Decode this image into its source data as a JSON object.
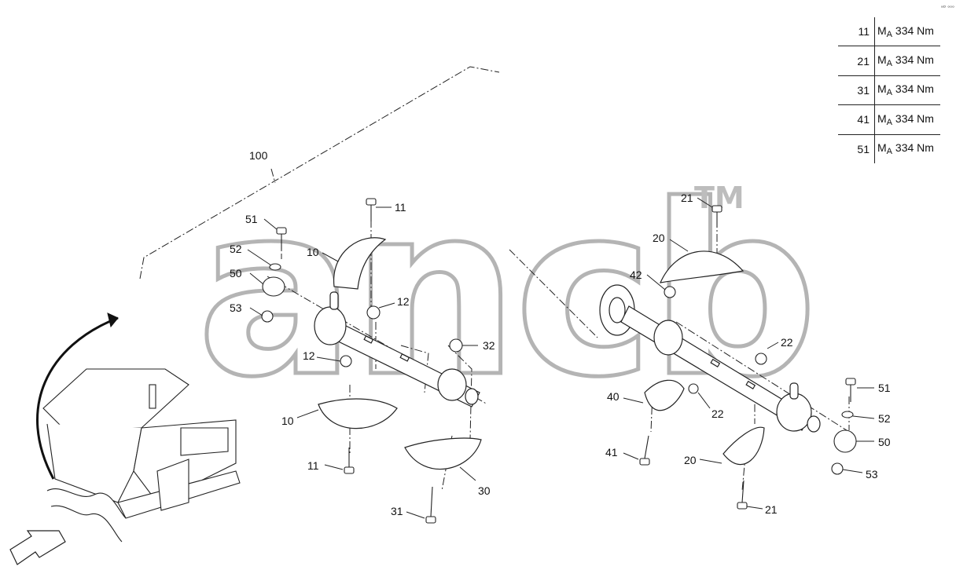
{
  "corner_mark": "ᵃᴰ ᵒᵒᵒ",
  "watermark": {
    "text": "ancb",
    "tm": "TM"
  },
  "torque_table": {
    "rows": [
      {
        "item": "11",
        "sym": "M",
        "sub": "A",
        "value": "334 Nm"
      },
      {
        "item": "21",
        "sym": "M",
        "sub": "A",
        "value": "334 Nm"
      },
      {
        "item": "31",
        "sym": "M",
        "sub": "A",
        "value": "334 Nm"
      },
      {
        "item": "41",
        "sym": "M",
        "sub": "A",
        "value": "334 Nm"
      },
      {
        "item": "51",
        "sym": "M",
        "sub": "A",
        "value": "334 Nm"
      }
    ]
  },
  "callouts": {
    "c100": "100",
    "c11a": "11",
    "c11b": "11",
    "c51a": "51",
    "c51b": "51",
    "c52a": "52",
    "c52b": "52",
    "c10a": "10",
    "c10b": "10",
    "c50a": "50",
    "c50b": "50",
    "c12a": "12",
    "c12b": "12",
    "c53a": "53",
    "c53b": "53",
    "c32": "32",
    "c31": "31",
    "c30": "30",
    "c21a": "21",
    "c21b": "21",
    "c20a": "20",
    "c20b": "20",
    "c42": "42",
    "c22a": "22",
    "c22b": "22",
    "c40": "40",
    "c41": "41"
  }
}
